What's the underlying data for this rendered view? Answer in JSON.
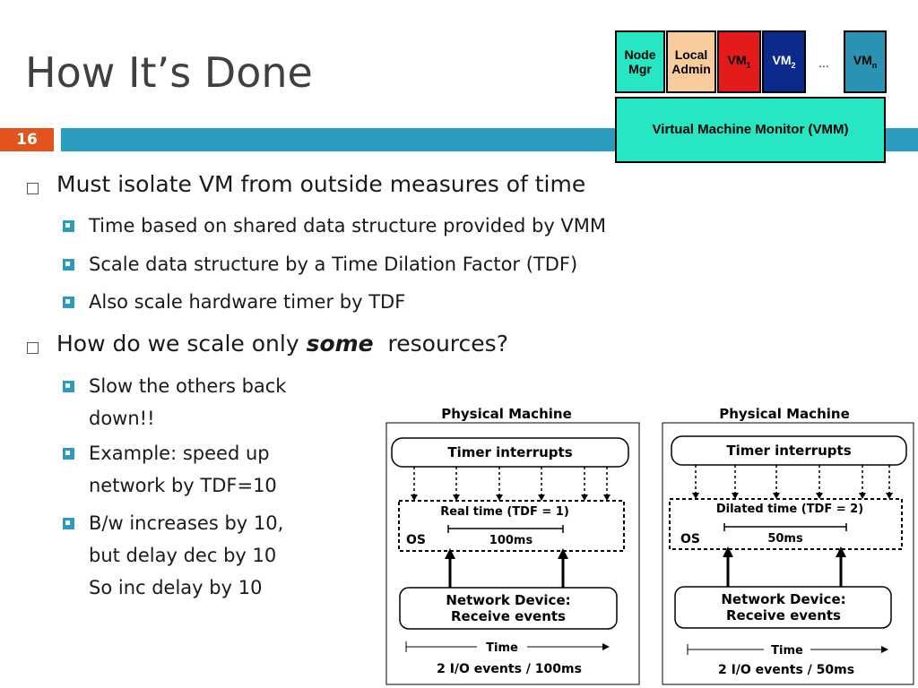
{
  "slide": {
    "title": "How It’s Done",
    "number": "16"
  },
  "arch": {
    "node_mgr": "Node Mgr",
    "local_admin": "Local Admin",
    "vm1": "VM",
    "vm1_sub": "1",
    "vm2": "VM",
    "vm2_sub": "2",
    "dots": "...",
    "vmn": "VM",
    "vmn_sub": "n",
    "vmm": "Virtual Machine Monitor (VMM)"
  },
  "bullets": {
    "b1": "Must isolate VM from outside measures of time",
    "b1_1": "Time based on shared data structure provided by VMM",
    "b1_2": "Scale data structure by a Time Dilation Factor (TDF)",
    "b1_3": "Also scale hardware timer by TDF",
    "b2_pre": "How do we scale only ",
    "b2_em": "some",
    "b2_post": "  resources?",
    "b2_1a": "Slow the others back",
    "b2_1b": "down!!",
    "b2_2a": "Example: speed up",
    "b2_2b": "network by TDF=10",
    "b2_3a": "B/w increases by 10,",
    "b2_3b": "but delay dec by 10",
    "b2_3c": "So inc delay by 10"
  },
  "diagrams": [
    {
      "header": "Physical Machine",
      "timer": "Timer interrupts",
      "os_time": "Real time (TDF = 1)",
      "os_label": "OS",
      "interval": "100ms",
      "device_1": "Network Device:",
      "device_2": "Receive events",
      "axis": "Time",
      "footer": "2 I/O events / 100ms"
    },
    {
      "header": "Physical Machine",
      "timer": "Timer interrupts",
      "os_time": "Dilated time (TDF = 2)",
      "os_label": "OS",
      "interval": "50ms",
      "device_1": "Network Device:",
      "device_2": "Receive events",
      "axis": "Time",
      "footer": "2 I/O events / 50ms"
    }
  ]
}
